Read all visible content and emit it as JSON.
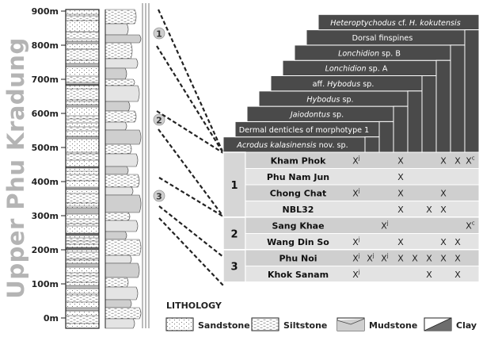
{
  "title": "Upper Phu Kradung",
  "depth_scale": [
    "900m",
    "800m",
    "700m",
    "600m",
    "500m",
    "400m",
    "300m",
    "200m",
    "100m",
    "0m"
  ],
  "horizon_markers": [
    "1",
    "2",
    "3"
  ],
  "taxa": [
    {
      "name": "Heteroptychodus",
      "tail": " cf. ",
      "epithet": "H. kokutensis",
      "italic_name": true
    },
    {
      "name": "Dorsal finspines",
      "tail": "",
      "epithet": "",
      "italic_name": false
    },
    {
      "name": "Lonchidion",
      "tail": " sp. B",
      "epithet": "",
      "italic_name": true
    },
    {
      "name": "Lonchidion",
      "tail": " sp. A",
      "epithet": "",
      "italic_name": true
    },
    {
      "name": "aff. ",
      "tail": "",
      "epithet": "Hybodus",
      "post": " sp.",
      "italic_name": false
    },
    {
      "name": "Hybodus",
      "tail": " sp.",
      "epithet": "",
      "italic_name": true
    },
    {
      "name": "Jaiodontus",
      "tail": " sp.",
      "epithet": "",
      "italic_name": true
    },
    {
      "name": "Dermal denticles of morphotype 1",
      "tail": "",
      "epithet": "",
      "italic_name": false
    },
    {
      "name": "Acrodus kalasinensis",
      "tail": " nov. sp.",
      "epithet": "",
      "italic_name": true
    }
  ],
  "groups": [
    {
      "label": "1",
      "sites": [
        {
          "name": "Kham Phok",
          "cells": [
            "Xj",
            "",
            "",
            "X",
            "",
            "",
            "X",
            "X",
            "Xc"
          ]
        },
        {
          "name": "Phu Nam Jun",
          "cells": [
            "",
            "",
            "",
            "X",
            "",
            "",
            "",
            "",
            ""
          ]
        },
        {
          "name": "Chong Chat",
          "cells": [
            "Xj",
            "",
            "",
            "X",
            "",
            "",
            "X",
            "",
            ""
          ]
        },
        {
          "name": "NBL32",
          "cells": [
            "",
            "",
            "",
            "X",
            "",
            "X",
            "X",
            "",
            ""
          ]
        }
      ]
    },
    {
      "label": "2",
      "sites": [
        {
          "name": "Sang Khae",
          "cells": [
            "",
            "",
            "Xj",
            "",
            "",
            "",
            "",
            "",
            "Xc"
          ]
        },
        {
          "name": "Wang Din So",
          "cells": [
            "Xj",
            "",
            "",
            "X",
            "",
            "",
            "X",
            "X",
            ""
          ]
        }
      ]
    },
    {
      "label": "3",
      "sites": [
        {
          "name": "Phu Noi",
          "cells": [
            "Xj",
            "Xj",
            "Xj",
            "X",
            "X",
            "X",
            "X",
            "X",
            ""
          ]
        },
        {
          "name": "Khok Sanam",
          "cells": [
            "Xj",
            "",
            "",
            "",
            "",
            "X",
            "",
            "X",
            ""
          ]
        }
      ]
    }
  ],
  "legend": {
    "title": "LITHOLOGY",
    "items": [
      {
        "label": "Sandstone",
        "pattern": "dots"
      },
      {
        "label": "Siltstone",
        "pattern": "dashes"
      },
      {
        "label": "Mudstone",
        "pattern": "grey"
      },
      {
        "label": "Clay",
        "pattern": "dark"
      }
    ]
  },
  "colors": {
    "title_grey": "#b4b4b4",
    "header_dark": "#4a4a4a",
    "row_light": "#e3e3e3",
    "row_mid": "#cfcfcf",
    "group_box": "#d6d6d6"
  }
}
